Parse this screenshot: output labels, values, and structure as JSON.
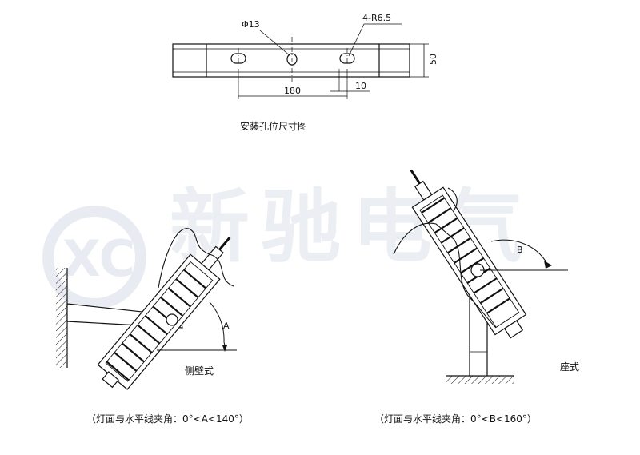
{
  "top_figure": {
    "labels": {
      "hole_dia": "Φ13",
      "radius": "4-R6.5",
      "height": "50",
      "spacing": "180",
      "offset": "10"
    },
    "caption": "安装孔位尺寸图"
  },
  "left_figure": {
    "angle_label": "A",
    "mount_label": "侧壁式",
    "range_caption": "（灯面与水平线夹角：0°<A<140°）"
  },
  "right_figure": {
    "angle_label": "B",
    "mount_label": "座式",
    "range_caption": "（灯面与水平线夹角：0°<B<160°）"
  },
  "watermark": {
    "text": "新驰电气",
    "logo_letters": "XC"
  }
}
